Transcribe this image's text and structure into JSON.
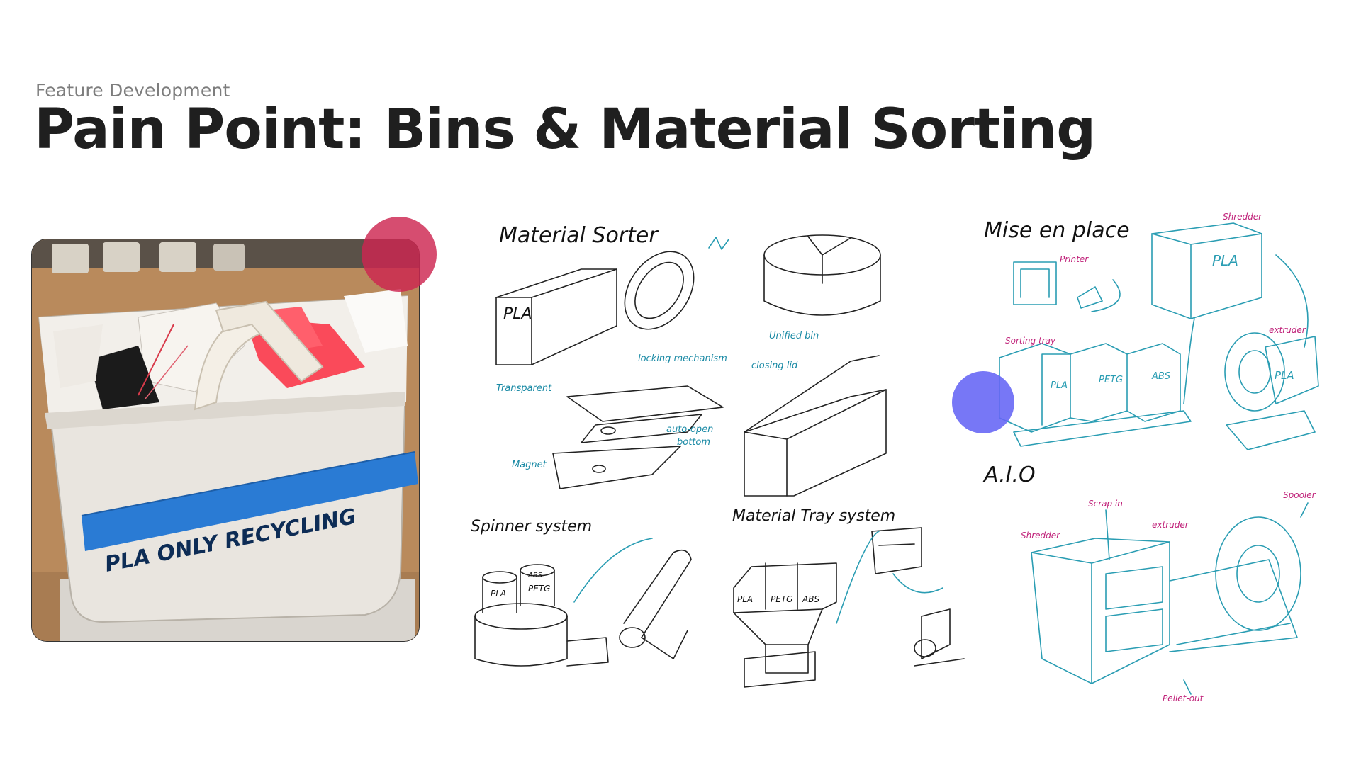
{
  "slide": {
    "eyebrow": "Feature Development",
    "title": "Pain Point: Bins & Material Sorting"
  },
  "photo": {
    "tape_text": "PLA ONLY RECYCLING"
  },
  "sketches": {
    "material_sorter": {
      "heading": "Material Sorter",
      "box_label": "PLA",
      "labels": {
        "transparent": "Transparent",
        "locking": "locking mechanism",
        "unified_bin": "Unified bin",
        "closing_lid": "closing lid",
        "auto_open": "auto-open",
        "bottom": "bottom",
        "magnet": "Magnet"
      }
    },
    "spinner": {
      "heading": "Spinner system",
      "labels": [
        "PLA",
        "ABS",
        "PETG"
      ]
    },
    "tray": {
      "heading": "Material Tray system",
      "labels": [
        "PLA",
        "PETG",
        "ABS"
      ]
    },
    "mise": {
      "heading": "Mise en place",
      "printer": "Printer",
      "shredder": "Shredder",
      "sorting_tray": "Sorting tray",
      "extruder": "extruder",
      "bins": [
        "PLA",
        "PETG",
        "ABS"
      ],
      "top_box": "PLA",
      "right_box": "PLA"
    },
    "aio": {
      "heading": "A.I.O",
      "scrap_in": "Scrap in",
      "extruder": "extruder",
      "spooler": "Spooler",
      "shredder": "Shredder",
      "pellet_out": "Pellet-out"
    }
  },
  "colors": {
    "accent_red": "#cd2650",
    "accent_blue": "#6464f5",
    "sketch_teal": "#2a9db3",
    "annotation_pink": "#c0237a",
    "tape_blue": "#2a7bd4"
  }
}
